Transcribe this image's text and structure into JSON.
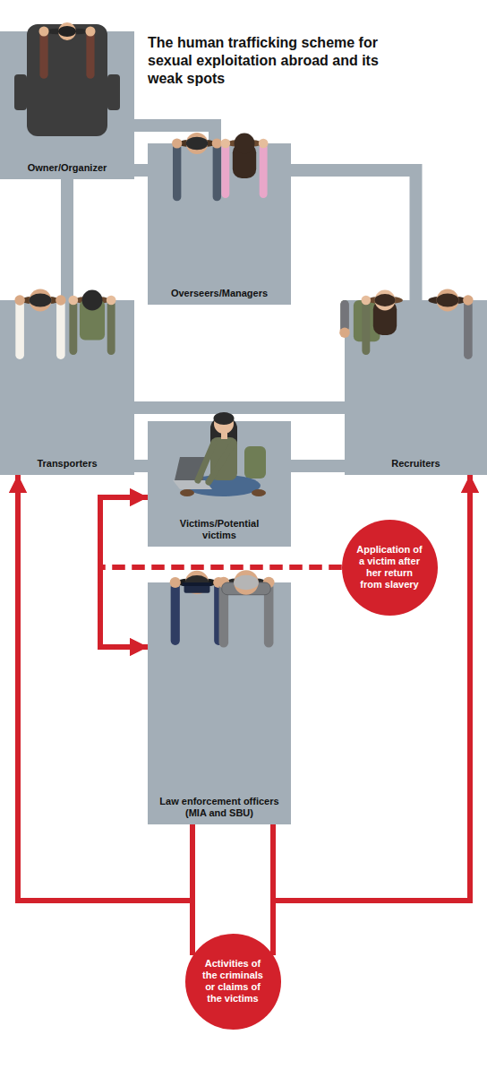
{
  "diagram": {
    "title": "The human trafficking scheme for sexual exploitation abroad and its weak spots",
    "nodes": [
      {
        "text": [
          "Owner/Organizer"
        ]
      },
      {
        "text": [
          "Overseers/Managers"
        ]
      },
      {
        "text": [
          "Transporters"
        ]
      },
      {
        "text": [
          "Recruiters"
        ]
      },
      {
        "text": [
          "Victims/Potential victims"
        ]
      },
      {
        "text": [
          "Application of a victim after her return from slavery"
        ]
      },
      {
        "text": [
          "Law enforcement officers (MIA and SBU)"
        ]
      },
      {
        "text": [
          "Activities of the criminals or claims of the victims"
        ]
      }
    ],
    "edges": [
      {
        "from": 0,
        "to": 1,
        "arrow": "none"
      },
      {
        "from": 1,
        "to": 2,
        "arrow": "none"
      },
      {
        "from": 1,
        "to": 3,
        "arrow": "none"
      },
      {
        "from": 2,
        "to": 3,
        "arrow": "none"
      },
      {
        "from": 2,
        "to": 4,
        "arrow": "none"
      },
      {
        "from": 3,
        "to": 4,
        "arrow": "none"
      },
      {
        "from": 4,
        "to": 6,
        "arrow": "both"
      },
      {
        "from": 5,
        "to": 4,
        "arrow": "to"
      },
      {
        "from": 5,
        "to": 6,
        "arrow": "to"
      },
      {
        "from": 6,
        "to": 2,
        "arrow": "to"
      },
      {
        "from": 6,
        "to": 3,
        "arrow": "to"
      },
      {
        "from": 7,
        "to": 2,
        "arrow": "to"
      },
      {
        "from": 7,
        "to": 3,
        "arrow": "to"
      }
    ]
  }
}
